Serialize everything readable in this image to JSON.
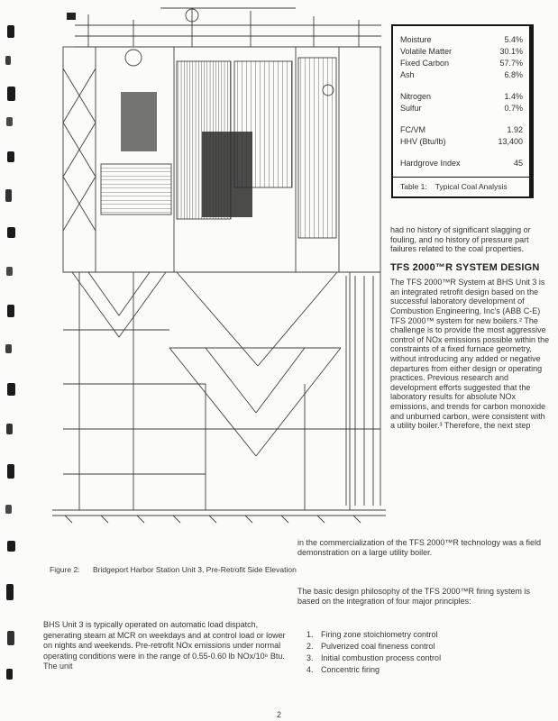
{
  "page_number": "2",
  "coal_table": {
    "rows": [
      {
        "label": "Moisture",
        "value": "5.4%"
      },
      {
        "label": "Volatile Matter",
        "value": "30.1%"
      },
      {
        "label": "Fixed Carbon",
        "value": "57.7%"
      },
      {
        "label": "Ash",
        "value": "6.8%"
      },
      {
        "label": "Nitrogen",
        "value": "1.4%"
      },
      {
        "label": "Sulfur",
        "value": "0.7%"
      },
      {
        "label": "FC/VM",
        "value": "1.92"
      },
      {
        "label": "HHV (Btu/lb)",
        "value": "13,400"
      },
      {
        "label": "Hardgrove Index",
        "value": "45"
      }
    ],
    "caption_label": "Table 1:",
    "caption_text": "Typical Coal Analysis"
  },
  "figure": {
    "caption_label": "Figure 2:",
    "caption_text": "Bridgeport Harbor Station Unit 3, Pre-Retrofit Side Elevation"
  },
  "right_column": {
    "intro": "had no history of significant slagging or fouling, and no history of pressure part failures related to the coal properties.",
    "heading": "TFS 2000™R SYSTEM DESIGN",
    "body": "The TFS 2000™R System at BHS Unit 3 is an integrated retrofit design based on the successful laboratory development of Combustion Engineering, Inc's (ABB C-E) TFS 2000™ system for new boilers.² The challenge is to provide the most aggressive control of NOx emissions possible within the constraints of a fixed furnace geometry, without introducing any added or negative departures from either design or operating practices. Previous research and development efforts suggested that the laboratory results for absolute NOx emissions, and trends for carbon monoxide and unburned carbon, were consistent with a utility boiler.³ Therefore, the next step",
    "continuation": "in the commercialization of the TFS 2000™R technology was a field demonstration on a large utility boiler.",
    "philosophy": "The basic design philosophy of the TFS 2000™R firing system is based on the integration of four major principles:",
    "principles": [
      "Firing zone stoichiometry control",
      "Pulverized coal fineness control",
      "Initial combustion process control",
      "Concentric firing"
    ]
  },
  "bottom_left_paragraph": "BHS Unit 3 is typically operated on automatic load dispatch, generating steam at MCR on weekdays and at control load or lower on nights and weekends. Pre-retrofit NOx emissions under normal operating conditions were in the range of 0.55-0.60 lb NOx/10⁶ Btu.  The unit"
}
